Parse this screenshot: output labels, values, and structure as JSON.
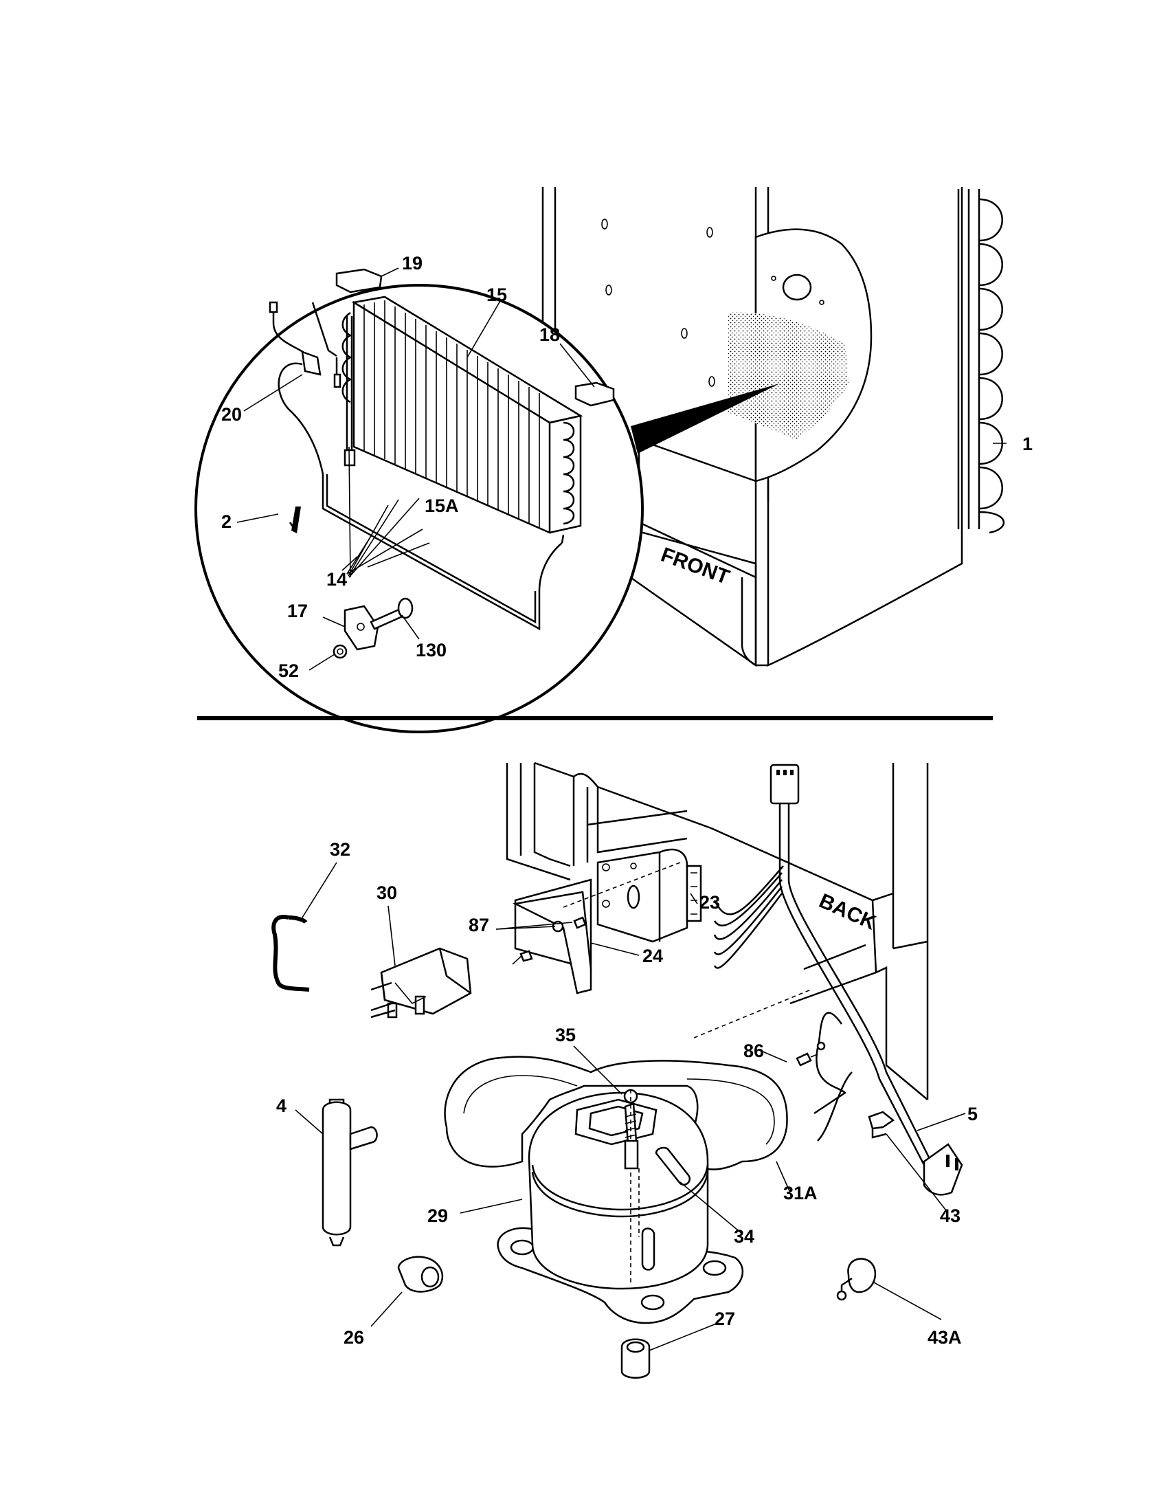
{
  "labels": {
    "p1": "1",
    "p2": "2",
    "p14": "14",
    "p15": "15",
    "p15a": "15A",
    "p17": "17",
    "p18": "18",
    "p19": "19",
    "p20": "20",
    "p52": "52",
    "p130": "130",
    "p4": "4",
    "p5": "5",
    "p23": "23",
    "p24": "24",
    "p26": "26",
    "p27": "27",
    "p29": "29",
    "p30": "30",
    "p31a": "31A",
    "p32": "32",
    "p34": "34",
    "p35": "35",
    "p43": "43",
    "p43a": "43A",
    "p86": "86",
    "p87": "87"
  },
  "annotations": {
    "front": "FRONT",
    "back": "BACK"
  },
  "colors": {
    "ink": "#000000",
    "paper": "#ffffff"
  }
}
